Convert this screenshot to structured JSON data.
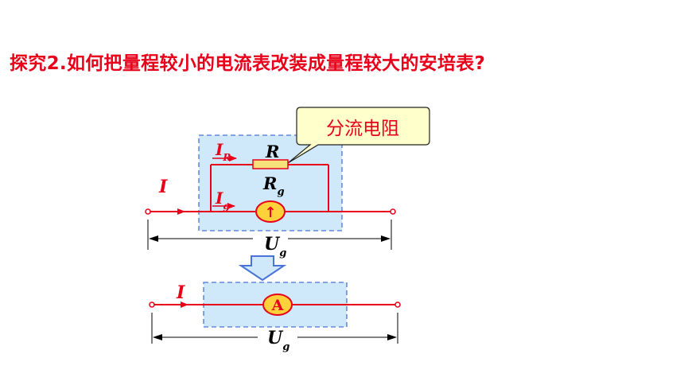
{
  "title": "探究2.如何把量程较小的电流表改装成量程较大的安培表?",
  "callout": "分流电阻",
  "labels": {
    "current_total": "I",
    "current_R": "I",
    "current_R_sub": "R",
    "current_g": "I",
    "current_g_sub": "g",
    "resistor": "R",
    "galvanometer": "R",
    "galvanometer_sub": "g",
    "galvanometer_symbol": "↑",
    "voltage_top": "U",
    "voltage_top_sub": "g",
    "current_bottom": "I",
    "ammeter_symbol": "A",
    "voltage_bottom": "U",
    "voltage_bottom_sub": "g"
  },
  "colors": {
    "wire": "#e8001a",
    "box_fill": "#cfe8fa",
    "box_border": "#4a73d8",
    "callout_fill": "#ffffcc",
    "callout_border": "#222222",
    "arrow_fill": "#cfe8fa",
    "arrow_stroke": "#4a73d8",
    "resistor_fill": "#f6e27a",
    "meter_fill": "#ffd23c"
  }
}
